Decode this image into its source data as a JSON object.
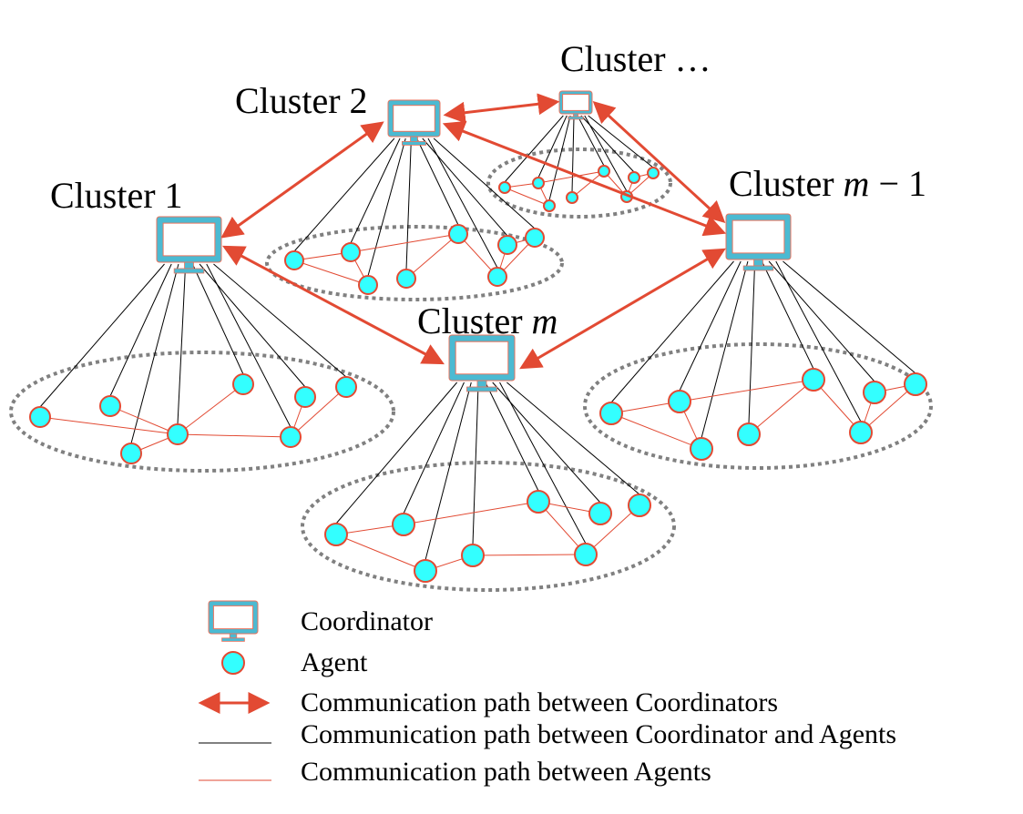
{
  "colors": {
    "coordinator_fill": "#4bbad2",
    "coordinator_outline": "#e8735e",
    "agent_fill": "#33ffff",
    "agent_outline": "#e24a33",
    "coord_arrow": "#e24a33",
    "coord_agent_line": "#000000",
    "agent_agent_line": "#e24a33",
    "cluster_boundary": "#808080"
  },
  "clusters": [
    {
      "id": "cluster-1",
      "label_prefix": "Cluster ",
      "label_math": "",
      "label_suffix": "1",
      "agent_count": 8,
      "coord_links_to_agents": 8,
      "agent_links": [
        [
          0,
          3
        ],
        [
          1,
          3
        ],
        [
          2,
          3
        ],
        [
          3,
          4
        ],
        [
          3,
          6
        ],
        [
          6,
          5
        ],
        [
          6,
          7
        ]
      ]
    },
    {
      "id": "cluster-2",
      "label_prefix": "Cluster ",
      "label_math": "",
      "label_suffix": "2",
      "agent_count": 8,
      "agent_links": [
        [
          0,
          1
        ],
        [
          0,
          2
        ],
        [
          1,
          2
        ],
        [
          1,
          4
        ],
        [
          3,
          4
        ],
        [
          4,
          6
        ],
        [
          6,
          5
        ],
        [
          5,
          7
        ],
        [
          6,
          7
        ]
      ]
    },
    {
      "id": "cluster-etc",
      "label_prefix": "Cluster ",
      "label_math": "",
      "label_suffix": "…",
      "agent_count": 8,
      "agent_links": [
        [
          0,
          1
        ],
        [
          0,
          2
        ],
        [
          1,
          2
        ],
        [
          1,
          4
        ],
        [
          3,
          4
        ],
        [
          4,
          6
        ],
        [
          6,
          5
        ],
        [
          5,
          7
        ],
        [
          6,
          7
        ]
      ]
    },
    {
      "id": "cluster-m-minus-1",
      "label_prefix": "Cluster ",
      "label_math": "m",
      "label_suffix": " − 1",
      "agent_count": 8,
      "agent_links": [
        [
          0,
          1
        ],
        [
          0,
          2
        ],
        [
          1,
          2
        ],
        [
          1,
          4
        ],
        [
          3,
          4
        ],
        [
          4,
          6
        ],
        [
          6,
          5
        ],
        [
          5,
          7
        ],
        [
          6,
          7
        ]
      ]
    },
    {
      "id": "cluster-m",
      "label_prefix": "Cluster ",
      "label_math": "m",
      "label_suffix": "",
      "agent_count": 8,
      "agent_links": [
        [
          0,
          1
        ],
        [
          0,
          2
        ],
        [
          1,
          4
        ],
        [
          2,
          3
        ],
        [
          3,
          6
        ],
        [
          4,
          5
        ],
        [
          4,
          6
        ],
        [
          6,
          7
        ]
      ]
    }
  ],
  "coordinator_links": [
    [
      "cluster-1",
      "cluster-2"
    ],
    [
      "cluster-1",
      "cluster-m"
    ],
    [
      "cluster-2",
      "cluster-etc"
    ],
    [
      "cluster-2",
      "cluster-m-minus-1"
    ],
    [
      "cluster-etc",
      "cluster-m-minus-1"
    ],
    [
      "cluster-m-minus-1",
      "cluster-m"
    ]
  ],
  "legend": {
    "coordinator": "Coordinator",
    "agent": "Agent",
    "coord_path": "Communication path between Coordinators",
    "coord_agent_path": "Communication path between Coordinator and Agents",
    "agent_path": "Communication path between Agents"
  }
}
